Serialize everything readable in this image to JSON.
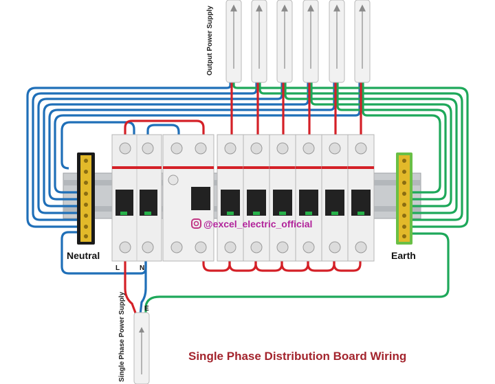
{
  "labels": {
    "output_supply": "Output Power Supply",
    "input_supply": "Single Phase Power Supply",
    "neutral": "Neutral",
    "earth": "Earth",
    "watermark": "@excel_electric_official",
    "title": "Single Phase Distribution Board Wiring",
    "terminal_l": "L",
    "terminal_n": "N",
    "terminal_e": "E"
  },
  "colors": {
    "line": "#d42027",
    "neutral": "#1f6fb8",
    "earth": "#1ea85a",
    "title": "#a3242d",
    "busbar_neutral": "#1a1a1a",
    "busbar_earth": "#6abf45"
  },
  "breakers": {
    "main_double_pole": 1,
    "rccb": 1,
    "mcb_count": 6
  }
}
